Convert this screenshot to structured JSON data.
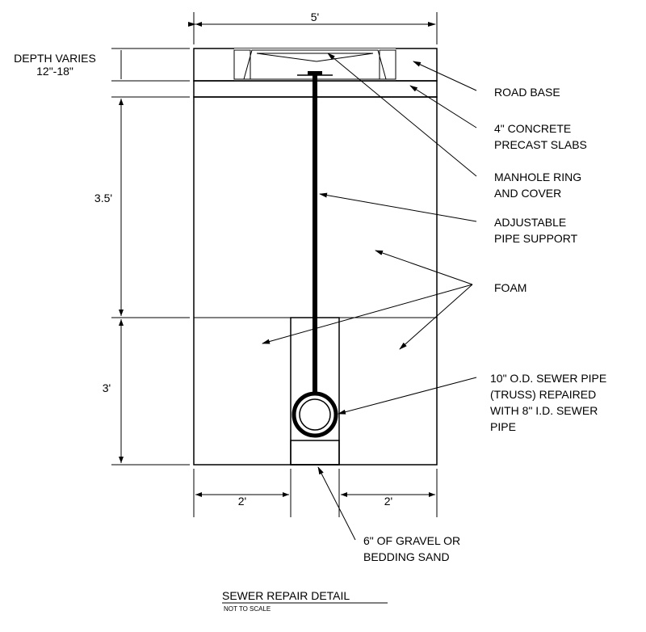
{
  "title": "SEWER REPAIR DETAIL",
  "subtitle": "NOT TO SCALE",
  "dimensions": {
    "width_top": "5'",
    "depth_varies_1": "DEPTH VARIES",
    "depth_varies_2": "12\"-18\"",
    "upper_depth": "3.5'",
    "lower_depth": "3'",
    "left_width": "2'",
    "right_width": "2'"
  },
  "labels": {
    "road_base": "ROAD BASE",
    "slabs_1": "4\" CONCRETE",
    "slabs_2": "PRECAST SLABS",
    "manhole_1": "MANHOLE RING",
    "manhole_2": "AND COVER",
    "support_1": "ADJUSTABLE",
    "support_2": "PIPE SUPPORT",
    "foam": "FOAM",
    "pipe_1": "10\" O.D. SEWER PIPE",
    "pipe_2": "(TRUSS) REPAIRED",
    "pipe_3": "WITH 8\" I.D. SEWER",
    "pipe_4": "PIPE",
    "gravel_1": "6\" OF GRAVEL OR",
    "gravel_2": "BEDDING SAND"
  }
}
